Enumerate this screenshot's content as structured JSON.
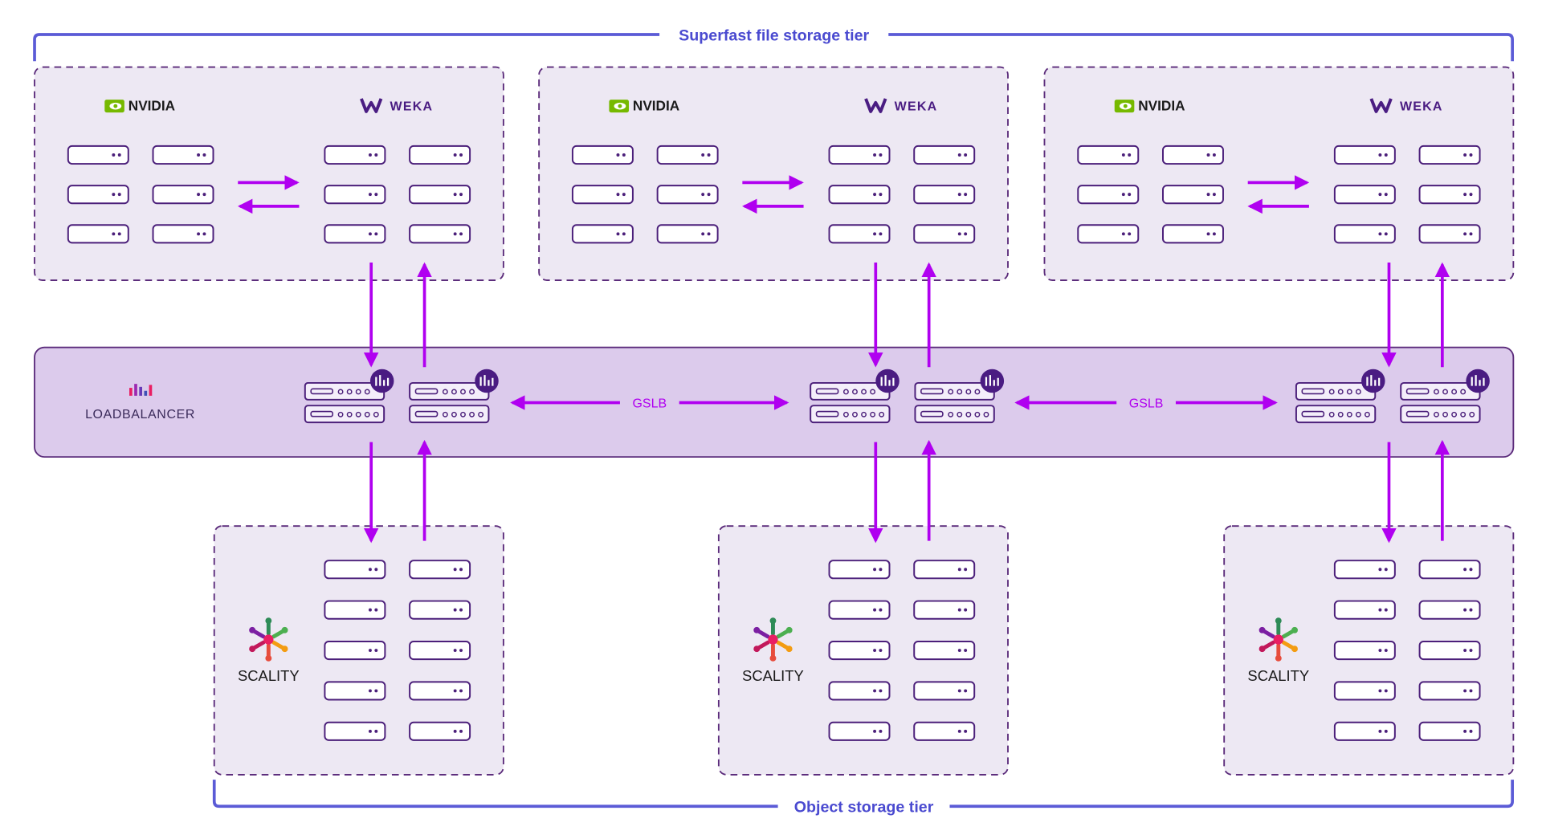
{
  "top_tier": {
    "label": "Superfast file storage tier"
  },
  "bottom_tier": {
    "label": "Object storage tier"
  },
  "loadbalancer": {
    "brand": "LOADBALANCER",
    "gslb_label": "GSLB"
  },
  "file_clusters": [
    {
      "compute_brand": "NVIDIA",
      "storage_brand": "WEKA"
    },
    {
      "compute_brand": "NVIDIA",
      "storage_brand": "WEKA"
    },
    {
      "compute_brand": "NVIDIA",
      "storage_brand": "WEKA"
    }
  ],
  "object_clusters": [
    {
      "brand": "SCALITY"
    },
    {
      "brand": "SCALITY"
    },
    {
      "brand": "SCALITY"
    }
  ],
  "colors": {
    "tier_bracket": "#5b5bd6",
    "tier_label": "#4a4ad0",
    "panel_fill": "#ede8f3",
    "panel_border": "#5a2a7a",
    "lb_fill": "#dccbec",
    "server_stroke": "#4b1f7a",
    "arrow": "#b000f0",
    "nvidia_green": "#76b900",
    "badge": "#4a1c82"
  }
}
